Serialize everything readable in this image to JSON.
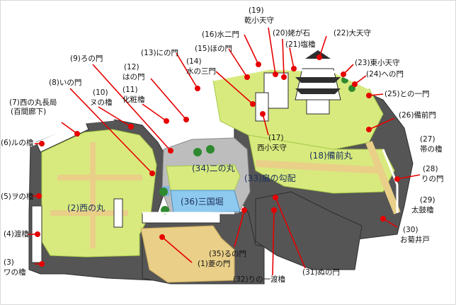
{
  "colors": {
    "wall": "#555555",
    "wall_dark": "#2e2e2e",
    "wall_top": "#ffffff",
    "grass": "#d8ea7e",
    "grass_dark": "#a7c94a",
    "path": "#e9cf88",
    "pavement": "#bdbdbd",
    "leader": "#e60000",
    "water": "#8ec9ef"
  },
  "areas": [
    {
      "id": "nishi",
      "text": "(2)西の丸"
    },
    {
      "id": "ninomaru",
      "text": "(34)二の丸"
    },
    {
      "id": "sankokubori",
      "text": "(36)三国堀"
    },
    {
      "id": "bizenmaru",
      "text": "(18)備前丸"
    },
    {
      "id": "ogi",
      "text": "(33)扇の勾配"
    }
  ],
  "labels": [
    {
      "id": "l1",
      "text": "(1)菱の門"
    },
    {
      "id": "l3a",
      "text": "(3)"
    },
    {
      "id": "l3b",
      "text": "ワの櫓"
    },
    {
      "id": "l4",
      "text": "(4)渡櫓"
    },
    {
      "id": "l5",
      "text": "(5)ヲの櫓"
    },
    {
      "id": "l6",
      "text": "(6)ルの櫓"
    },
    {
      "id": "l7a",
      "text": "(7)西の丸長局"
    },
    {
      "id": "l7b",
      "text": "(百間廊下)"
    },
    {
      "id": "l8",
      "text": "(8)いの門"
    },
    {
      "id": "l9",
      "text": "(9)ろの門"
    },
    {
      "id": "l10a",
      "text": "(10)"
    },
    {
      "id": "l10b",
      "text": "ヌの櫓"
    },
    {
      "id": "l11a",
      "text": "(11)"
    },
    {
      "id": "l11b",
      "text": "化粧櫓"
    },
    {
      "id": "l12a",
      "text": "(12)"
    },
    {
      "id": "l12b",
      "text": "はの門"
    },
    {
      "id": "l13",
      "text": "(13)にの門"
    },
    {
      "id": "l14a",
      "text": "(14)"
    },
    {
      "id": "l14b",
      "text": "水の三門"
    },
    {
      "id": "l15",
      "text": "(15)ほの門"
    },
    {
      "id": "l16",
      "text": "(16)水二門"
    },
    {
      "id": "l17a",
      "text": "(17)"
    },
    {
      "id": "l17b",
      "text": "西小天守"
    },
    {
      "id": "l19a",
      "text": "(19)"
    },
    {
      "id": "l19b",
      "text": "乾小天守"
    },
    {
      "id": "l20",
      "text": "(20)姥が石"
    },
    {
      "id": "l21",
      "text": "(21)塩櫓"
    },
    {
      "id": "l22",
      "text": "(22)大天守"
    },
    {
      "id": "l23",
      "text": "(23)東小天守"
    },
    {
      "id": "l24",
      "text": "(24)への門"
    },
    {
      "id": "l25",
      "text": "(25)との一門"
    },
    {
      "id": "l26",
      "text": "(26)備前門"
    },
    {
      "id": "l27a",
      "text": "(27)"
    },
    {
      "id": "l27b",
      "text": "帯の櫓"
    },
    {
      "id": "l28a",
      "text": "(28)"
    },
    {
      "id": "l28b",
      "text": "りの門"
    },
    {
      "id": "l29a",
      "text": "(29)"
    },
    {
      "id": "l29b",
      "text": "太鼓櫓"
    },
    {
      "id": "l30a",
      "text": "(30)"
    },
    {
      "id": "l30b",
      "text": "お菊井戸"
    },
    {
      "id": "l31",
      "text": "(31)ぬの門"
    },
    {
      "id": "l32",
      "text": "(32)りの一渡櫓"
    },
    {
      "id": "l35",
      "text": "(35)るの門"
    }
  ]
}
